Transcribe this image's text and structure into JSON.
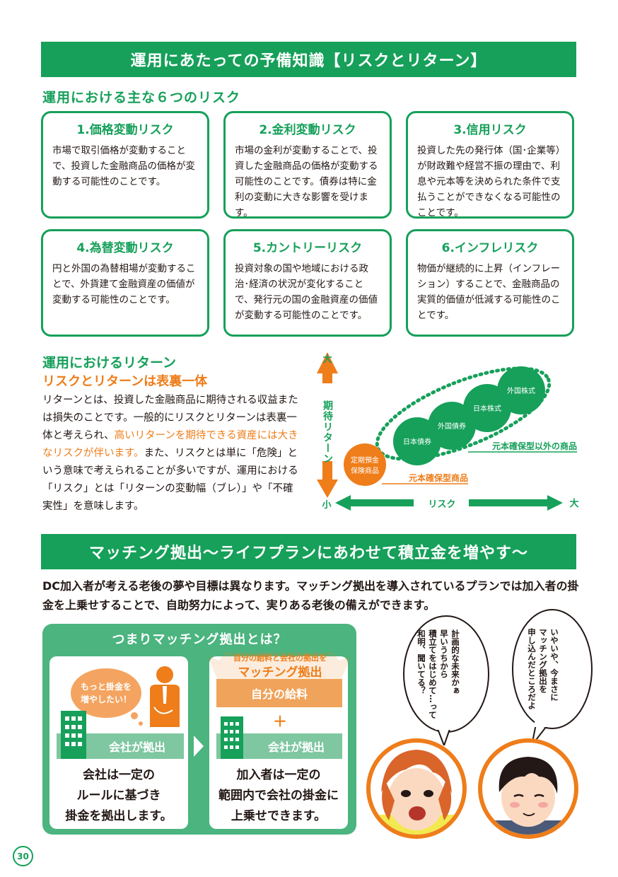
{
  "section1": {
    "title": "運用にあたっての予備知識【リスクとリターン】",
    "risk_heading": "運用における主な６つのリスク",
    "risks": [
      {
        "title": "1.価格変動リスク",
        "body": "市場で取引価格が変動することで、投資した金融商品の価格が変動する可能性のことです。"
      },
      {
        "title": "2.金利変動リスク",
        "body": "市場の金利が変動することで、投資した金融商品の価格が変動する可能性のことです。債券は特に金利の変動に大きな影響を受けます。"
      },
      {
        "title": "3.信用リスク",
        "body": "投資した先の発行体（国･企業等）が財政難や経営不振の理由で、利息や元本等を決められた条件で支払うことができなくなる可能性のことです。"
      },
      {
        "title": "4.為替変動リスク",
        "body": "円と外国の為替相場が変動することで、外貨建て金融資産の価値が変動する可能性のことです。"
      },
      {
        "title": "5.カントリーリスク",
        "body": "投資対象の国や地域における政治･経済の状況が変化することで、発行元の国の金融資産の価値が変動する可能性のことです。"
      },
      {
        "title": "6.インフレリスク",
        "body": "物価が継続的に上昇（インフレーション）することで、金融商品の実質的価値が低減する可能性のことです。"
      }
    ],
    "return_heading": "運用におけるリターン",
    "return_sub": "リスクとリターンは表裏一体",
    "return_body_1": "リターンとは、投資した金融商品に期待される収益または損失のことです。一般的にリスクとリターンは表裏一体と考えられ、",
    "return_body_hl": "高いリターンを期待できる資産には大きなリスクが伴います。",
    "return_body_2": "また、リスクとは単に「危険」という意味で考えられることが多いですが、運用における「リスク」とは「リターンの変動幅（ブレ）」や「不確実性」を意味します。"
  },
  "chart": {
    "y_top": "大",
    "y_label": "期待リターン",
    "y_bottom": "小",
    "x_label": "リスク",
    "x_right": "大",
    "principal_item": "定期預金\n保険商品",
    "principal_label": "元本確保型商品",
    "other_items": [
      "日本債券",
      "外国債券",
      "日本株式",
      "外国株式"
    ],
    "other_label": "元本確保型以外の商品",
    "colors": {
      "green": "#16a05a",
      "orange": "#ee7d1a"
    }
  },
  "section2": {
    "title": "マッチング拠出～ライフプランにあわせて積立金を増やす～",
    "body": "DC加入者が考える老後の夢や目標は異なります。マッチング拠出を導入されているプランでは加入者の掛金を上乗せすることで、自助努力によって、実りある老後の備えができます。",
    "panel_title": "つまりマッチング拠出とは？",
    "bubble": "もっと掛金を\n増やしたい！",
    "company_bar": "会社が拠出",
    "left_text": [
      "会社は一定の",
      "ルールに基づき",
      "掛金を拠出します。"
    ],
    "ribbon_small": "自分の給料と会社の拠出を",
    "ribbon_big": "マッチング拠出",
    "salary_bar": "自分の給料",
    "plus": "＋",
    "company_bar_2": "会社が拠出",
    "right_text": [
      "加入者は一定の",
      "範囲内で会社の掛金に",
      "上乗せできます。"
    ],
    "speech_1": [
      "計画的な未来かぁ",
      "早いうちから",
      "積立てをはじめて…って",
      "和明、聞いてる？"
    ],
    "speech_2": [
      "いやいや、今まさに",
      "マッチング拠出を",
      "申し込んだところだよ"
    ]
  },
  "page_number": "30"
}
